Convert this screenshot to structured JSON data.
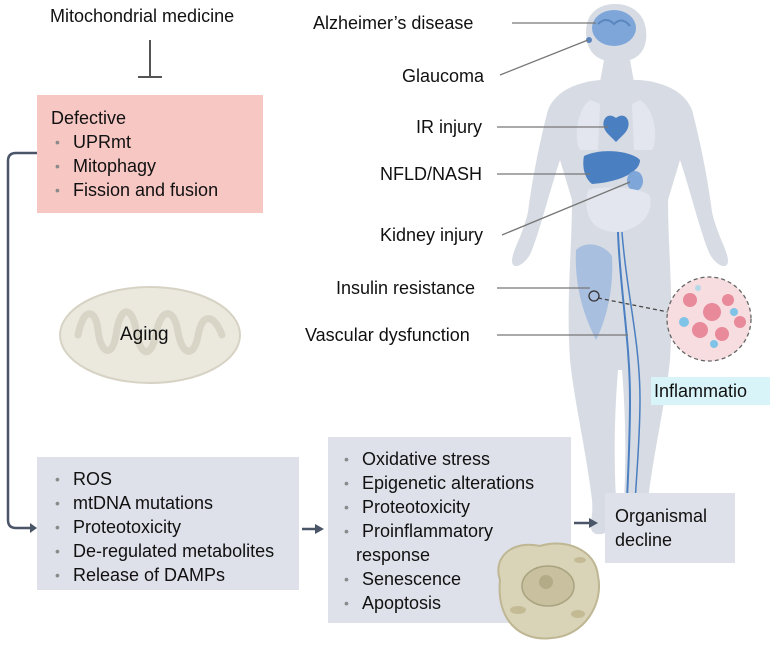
{
  "top_label": "Mitochondrial medicine",
  "defective": {
    "title": "Defective",
    "items": [
      "UPRmt",
      "Mitophagy",
      "Fission and fusion"
    ]
  },
  "aging_label": "Aging",
  "diseases": {
    "alzheimers": "Alzheimer’s disease",
    "glaucoma": "Glaucoma",
    "ir_injury": "IR injury",
    "nfld": "NFLD/NASH",
    "kidney": "Kidney injury",
    "insulin": "Insulin resistance",
    "vascular": "Vascular dysfunction"
  },
  "inflammation_label": "Inflammatio",
  "ros_box": {
    "items": [
      "ROS",
      "mtDNA mutations",
      "Proteotoxicity",
      "De-regulated metabolites",
      "Release of DAMPs"
    ]
  },
  "stress_box": {
    "items": [
      "Oxidative stress",
      "Epigenetic alterations",
      "Proteotoxicity",
      "Proinflammatory"
    ],
    "continuation": "response",
    "items2": [
      "Senescence",
      "Apoptosis"
    ]
  },
  "outcome": {
    "line1": "Organismal",
    "line2": "decline"
  },
  "colors": {
    "defective_bg": "#f7c7c4",
    "box_bg": "#dfe1ea",
    "inflammation_bg": "#d8f4f8",
    "arrow": "#4a5568",
    "body": "#d7dbe3"
  }
}
